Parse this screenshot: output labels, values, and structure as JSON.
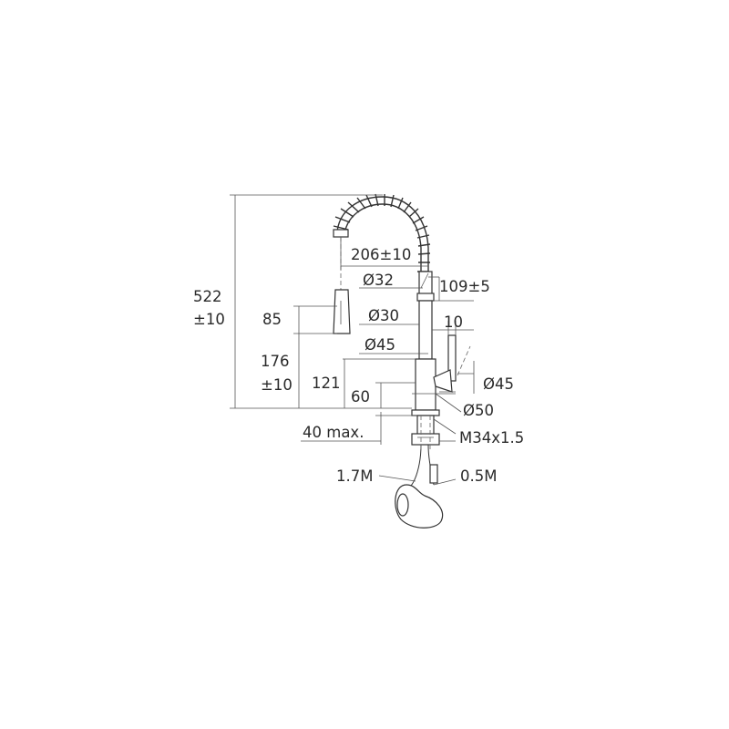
{
  "dimensions": {
    "total_height_value": "522",
    "total_height_tol": "±10",
    "spout_reach": "206±10",
    "upper_tube_diameter": "Ø32",
    "spring_reach": "109±5",
    "spray_height": "85",
    "mid_tube_diameter": "Ø30",
    "lever_offset": "10",
    "body_diameter": "Ø45",
    "spray_base_height_value": "176",
    "spray_base_height_tol": "±10",
    "body_height": "121",
    "lever_diameter": "Ø45",
    "base_height": "60",
    "base_diameter": "Ø50",
    "shank_length": "40 max.",
    "thread": "M34x1.5",
    "hose_long": "1.7M",
    "hose_short": "0.5M"
  }
}
